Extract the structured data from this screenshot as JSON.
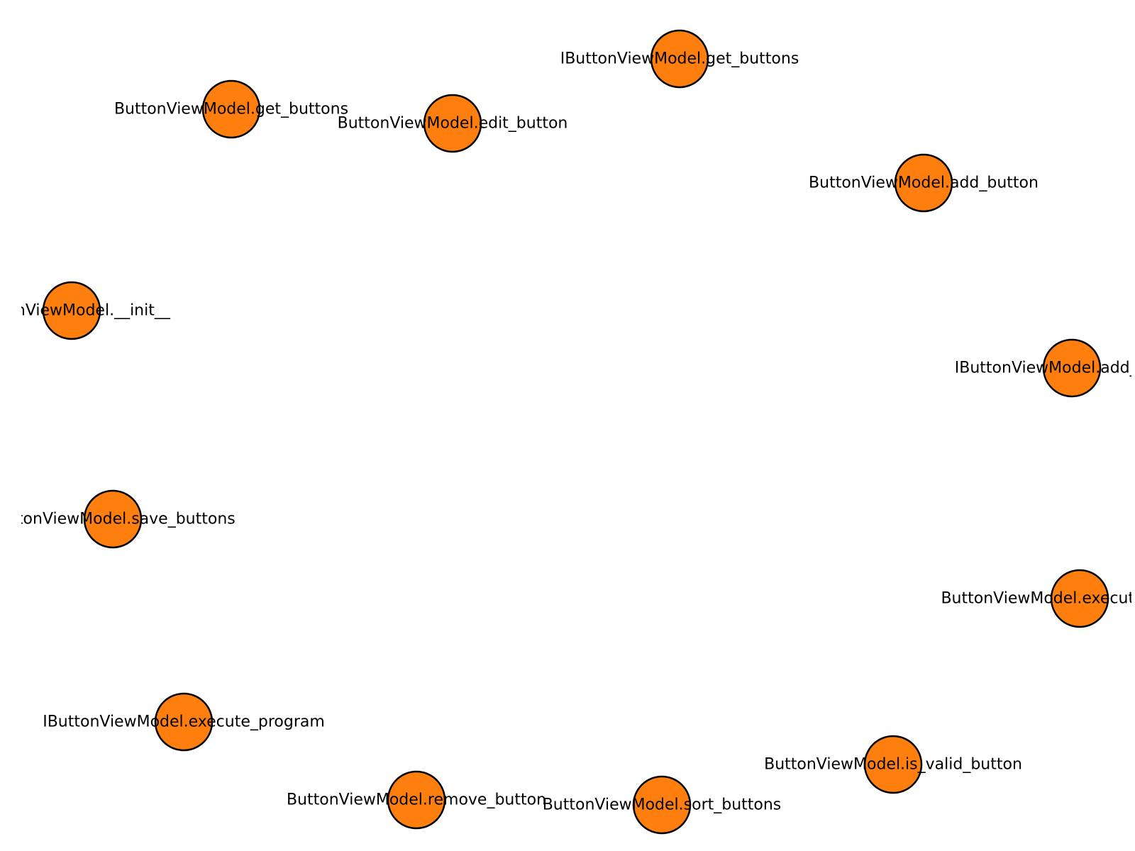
{
  "diagram": {
    "colors": {
      "node_fill": "#ff7f0e",
      "node_stroke": "#000000",
      "label": "#000000",
      "background": "#ffffff"
    },
    "nodes": [
      {
        "id": "IButtonViewModel.get_buttons",
        "label": "IButtonViewModel.get_buttons"
      },
      {
        "id": "ButtonViewModel.get_buttons",
        "label": "ButtonViewModel.get_buttons"
      },
      {
        "id": "ButtonViewModel.edit_button",
        "label": "ButtonViewModel.edit_button"
      },
      {
        "id": "ButtonViewModel.add_button",
        "label": "ButtonViewModel.add_button"
      },
      {
        "id": "ButtonViewModel.__init__",
        "label": "ButtonViewModel.__init__"
      },
      {
        "id": "IButtonViewModel.add_button",
        "label": "IButtonViewModel.add_button"
      },
      {
        "id": "ButtonViewModel.save_buttons",
        "label": "ButtonViewModel.save_buttons"
      },
      {
        "id": "ButtonViewModel.execute_program",
        "label": "ButtonViewModel.execute_program"
      },
      {
        "id": "IButtonViewModel.execute_program",
        "label": "IButtonViewModel.execute_program"
      },
      {
        "id": "ButtonViewModel.is_valid_button",
        "label": "ButtonViewModel.is_valid_button"
      },
      {
        "id": "ButtonViewModel.remove_button",
        "label": "ButtonViewModel.remove_button"
      },
      {
        "id": "ButtonViewModel.sort_buttons",
        "label": "ButtonViewModel.sort_buttons"
      }
    ]
  }
}
